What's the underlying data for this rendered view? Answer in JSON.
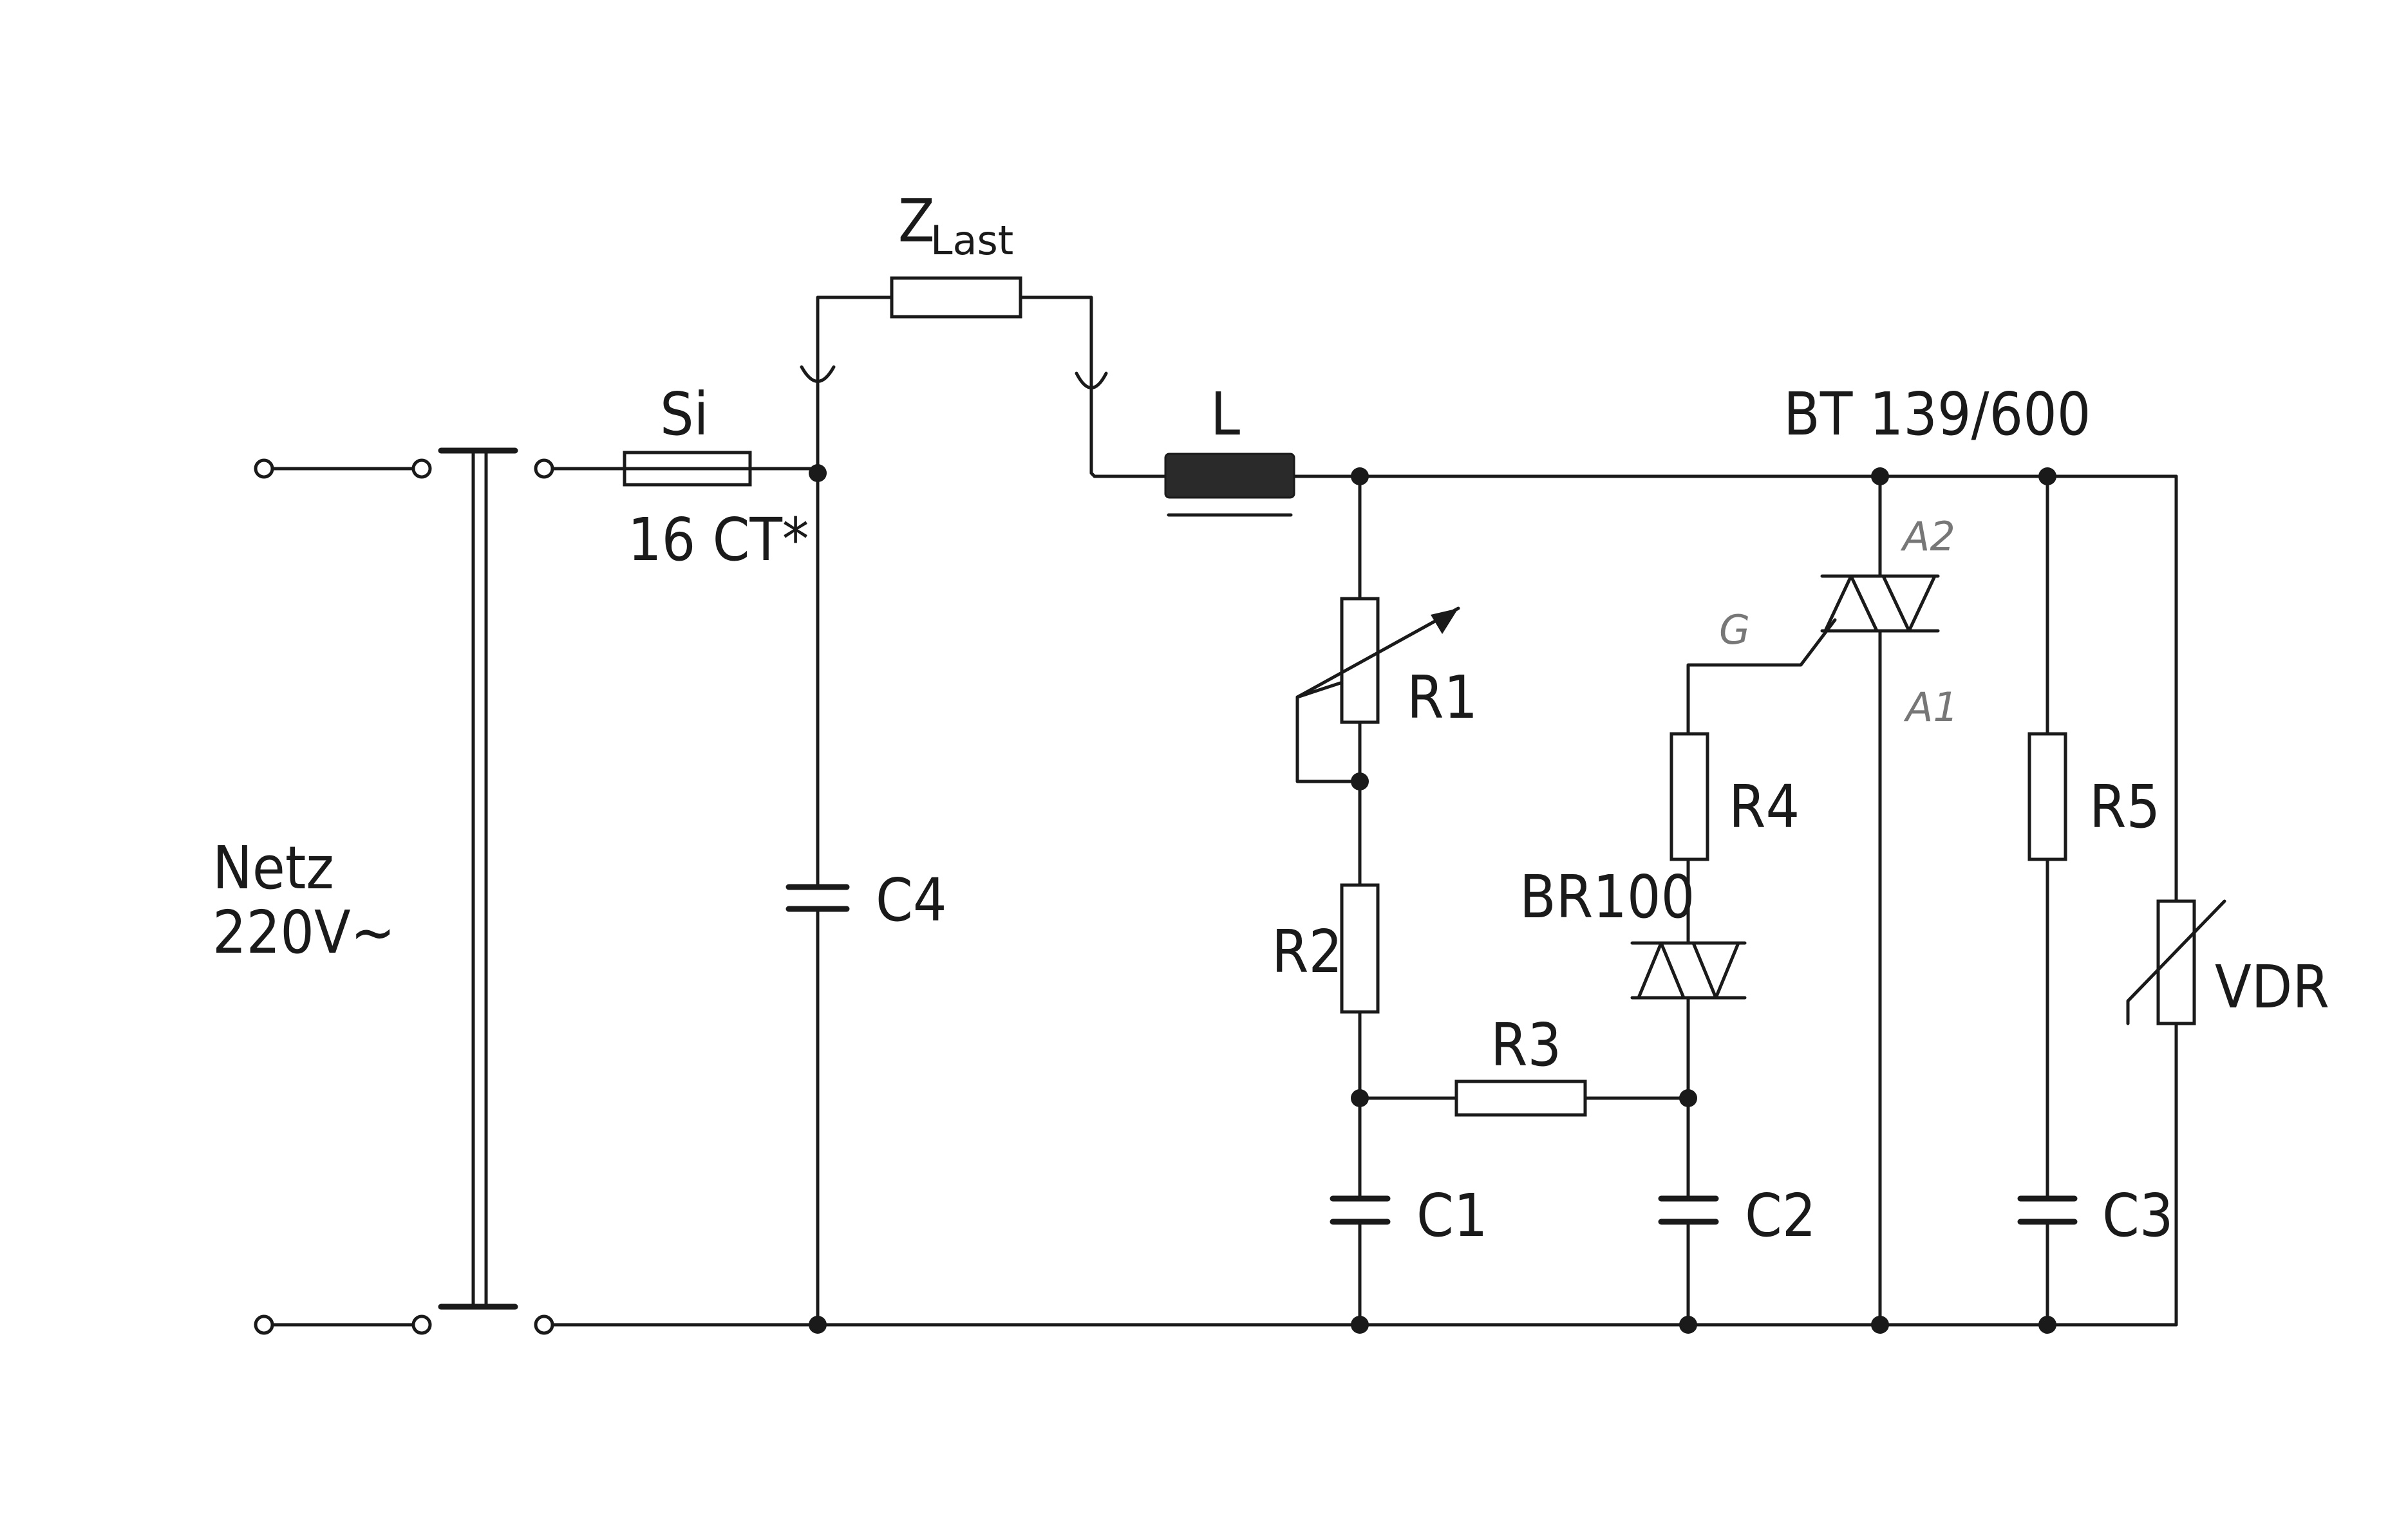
{
  "labels": {
    "netz": "Netz",
    "voltage": "220V~",
    "fuse": "Si",
    "fuse_rating": "16 CT*",
    "load_main": "Z",
    "load_sub": "Last",
    "inductor": "L",
    "triac": "BT 139/600",
    "pin_a2": "A2",
    "pin_g": "G",
    "pin_a1": "A1",
    "r1": "R1",
    "r2": "R2",
    "r3": "R3",
    "r4": "R4",
    "r5": "R5",
    "c1": "C1",
    "c2": "C2",
    "c3": "C3",
    "c4": "C4",
    "diac": "BR100",
    "vdr": "VDR"
  },
  "colors": {
    "ink": "#1a1a1a",
    "pencil": "#777777",
    "paper": "#ffffff"
  }
}
